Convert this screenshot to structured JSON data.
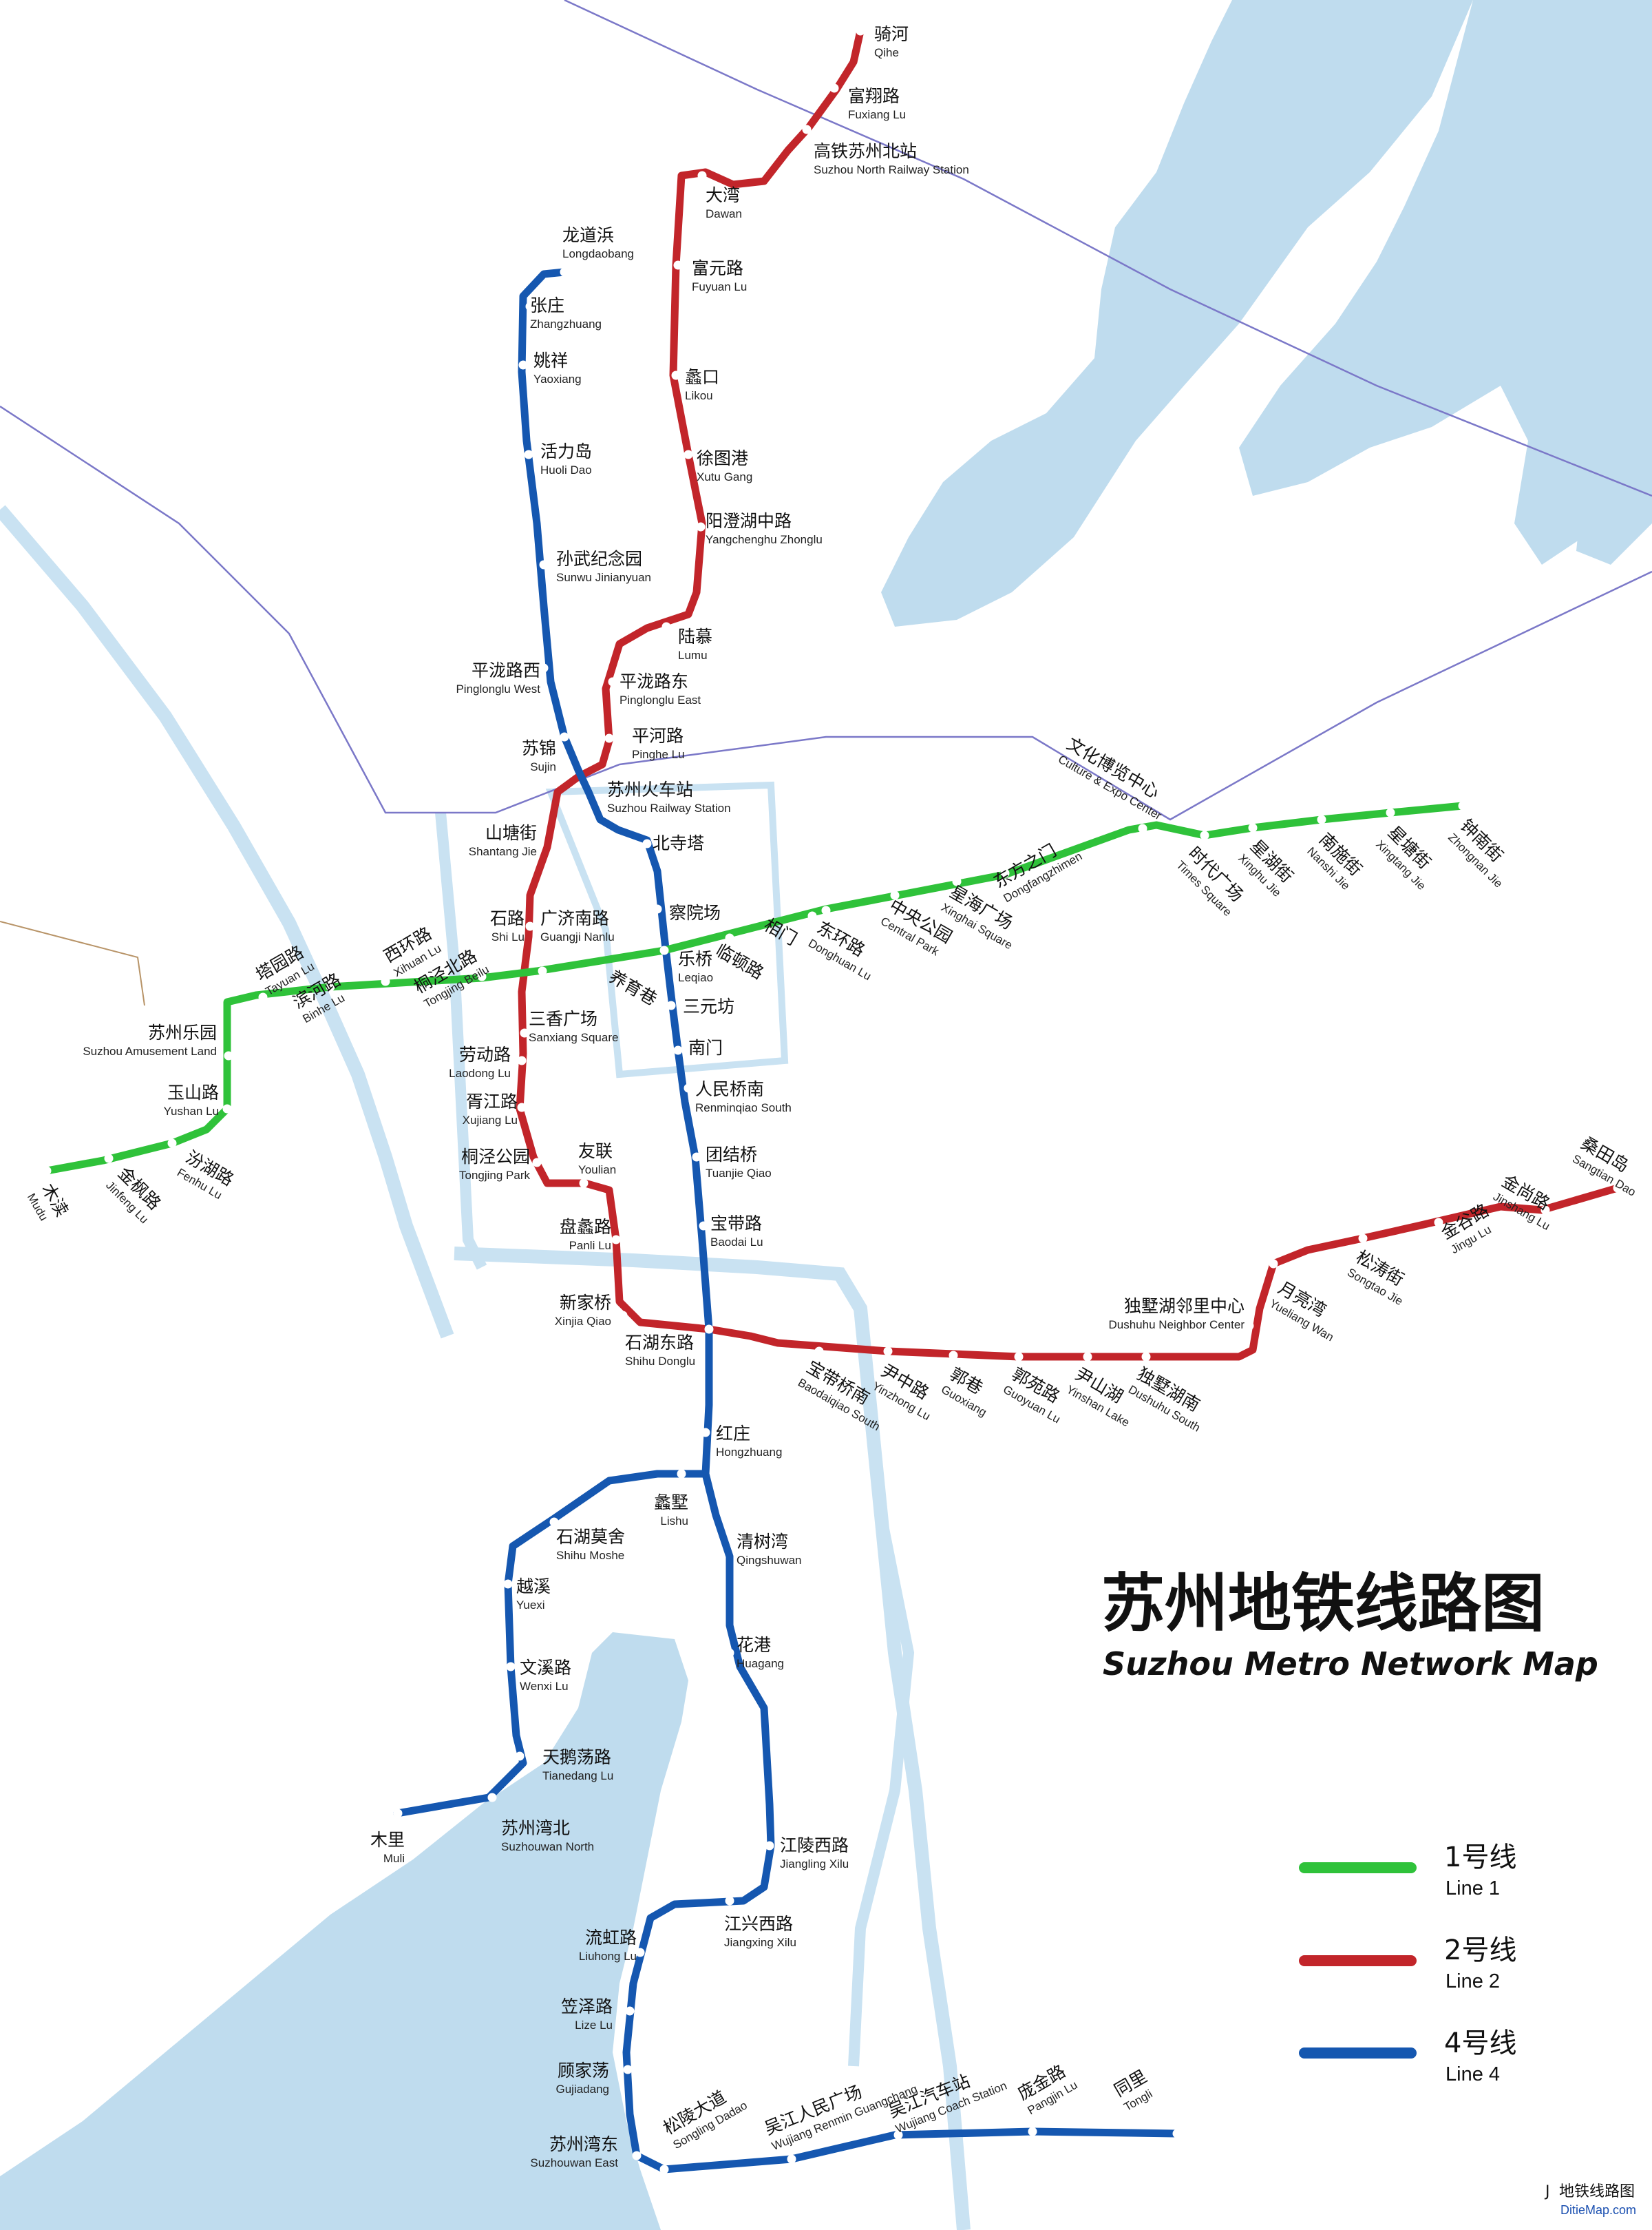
{
  "map": {
    "title_cn": "苏州地铁线路图",
    "title_en": "Suzhou Metro Network Map",
    "colors": {
      "line1": "#2fc23a",
      "line2": "#c2252a",
      "line4": "#1557b0",
      "water": "#bfdcee",
      "road": "#c9e2f2",
      "rail": "#7b78c8"
    },
    "legend": [
      {
        "cn": "1号线",
        "en": "Line 1",
        "line": "line1"
      },
      {
        "cn": "2号线",
        "en": "Line 2",
        "line": "line2"
      },
      {
        "cn": "4号线",
        "en": "Line 4",
        "line": "line4"
      }
    ],
    "footer": {
      "cn": "地铁线路图",
      "en": "DitieMap.com",
      "prefix": "J"
    }
  },
  "stations": [
    {
      "cn": "骑河",
      "en": "Qihe"
    },
    {
      "cn": "富翔路",
      "en": "Fuxiang Lu"
    },
    {
      "cn": "高铁苏州北站",
      "en": "Suzhou North Railway Station"
    },
    {
      "cn": "大湾",
      "en": "Dawan"
    },
    {
      "cn": "富元路",
      "en": "Fuyuan Lu"
    },
    {
      "cn": "蠡口",
      "en": "Likou"
    },
    {
      "cn": "徐图港",
      "en": "Xutu Gang"
    },
    {
      "cn": "阳澄湖中路",
      "en": "Yangchenghu Zhonglu"
    },
    {
      "cn": "陆慕",
      "en": "Lumu"
    },
    {
      "cn": "平泷路东",
      "en": "Pinglonglu East"
    },
    {
      "cn": "平河路",
      "en": "Pinghe Lu"
    },
    {
      "cn": "苏州火车站",
      "en": "Suzhou Railway Station"
    },
    {
      "cn": "山塘街",
      "en": "Shantang Jie"
    },
    {
      "cn": "石路",
      "en": "Shi Lu"
    },
    {
      "cn": "广济南路",
      "en": "Guangji Nanlu"
    },
    {
      "cn": "三香广场",
      "en": "Sanxiang Square"
    },
    {
      "cn": "劳动路",
      "en": "Laodong Lu"
    },
    {
      "cn": "胥江路",
      "en": "Xujiang Lu"
    },
    {
      "cn": "桐泾公园",
      "en": "Tongjing Park"
    },
    {
      "cn": "友联",
      "en": "Youlian"
    },
    {
      "cn": "盘蠡路",
      "en": "Panli Lu"
    },
    {
      "cn": "新家桥",
      "en": "Xinjia Qiao"
    },
    {
      "cn": "石湖东路",
      "en": "Shihu Donglu"
    },
    {
      "cn": "宝带桥南",
      "en": "Baodaiqiao South"
    },
    {
      "cn": "尹中路",
      "en": "Yinzhong Lu"
    },
    {
      "cn": "郭巷",
      "en": "Guoxiang"
    },
    {
      "cn": "郭苑路",
      "en": "Guoyuan Lu"
    },
    {
      "cn": "尹山湖",
      "en": "Yinshan Lake"
    },
    {
      "cn": "独墅湖南",
      "en": "Dushuhu South"
    },
    {
      "cn": "独墅湖邻里中心",
      "en": "Dushuhu Neighbor Center"
    },
    {
      "cn": "月亮湾",
      "en": "Yueliang Wan"
    },
    {
      "cn": "松涛街",
      "en": "Songtao Jie"
    },
    {
      "cn": "金谷路",
      "en": "Jingu Lu"
    },
    {
      "cn": "金尚路",
      "en": "Jinshang Lu"
    },
    {
      "cn": "桑田岛",
      "en": "Sangtian Dao"
    },
    {
      "cn": "龙道浜",
      "en": "Longdaobang"
    },
    {
      "cn": "张庄",
      "en": "Zhangzhuang"
    },
    {
      "cn": "姚祥",
      "en": "Yaoxiang"
    },
    {
      "cn": "活力岛",
      "en": "Huoli Dao"
    },
    {
      "cn": "孙武纪念园",
      "en": "Sunwu Jinianyuan"
    },
    {
      "cn": "平泷路西",
      "en": "Pinglonglu West"
    },
    {
      "cn": "苏锦",
      "en": "Sujin"
    },
    {
      "cn": "北寺塔",
      "en": ""
    },
    {
      "cn": "察院场",
      "en": ""
    },
    {
      "cn": "乐桥",
      "en": "Leqiao"
    },
    {
      "cn": "三元坊",
      "en": ""
    },
    {
      "cn": "南门",
      "en": ""
    },
    {
      "cn": "人民桥南",
      "en": "Renminqiao South"
    },
    {
      "cn": "团结桥",
      "en": "Tuanjie Qiao"
    },
    {
      "cn": "宝带路",
      "en": "Baodai Lu"
    },
    {
      "cn": "红庄",
      "en": "Hongzhuang"
    },
    {
      "cn": "蠡墅",
      "en": "Lishu"
    },
    {
      "cn": "石湖莫舍",
      "en": "Shihu Moshe"
    },
    {
      "cn": "越溪",
      "en": "Yuexi"
    },
    {
      "cn": "文溪路",
      "en": "Wenxi Lu"
    },
    {
      "cn": "天鹅荡路",
      "en": "Tianedang Lu"
    },
    {
      "cn": "苏州湾北",
      "en": "Suzhouwan North"
    },
    {
      "cn": "木里",
      "en": "Muli"
    },
    {
      "cn": "清树湾",
      "en": "Qingshuwan"
    },
    {
      "cn": "花港",
      "en": "Huagang"
    },
    {
      "cn": "江陵西路",
      "en": "Jiangling Xilu"
    },
    {
      "cn": "江兴西路",
      "en": "Jiangxing Xilu"
    },
    {
      "cn": "流虹路",
      "en": "Liuhong Lu"
    },
    {
      "cn": "笠泽路",
      "en": "Lize Lu"
    },
    {
      "cn": "顾家荡",
      "en": "Gujiadang"
    },
    {
      "cn": "苏州湾东",
      "en": "Suzhouwan East"
    },
    {
      "cn": "松陵大道",
      "en": "Songling Dadao"
    },
    {
      "cn": "吴江人民广场",
      "en": "Wujiang Renmin Guangchang"
    },
    {
      "cn": "吴江汽车站",
      "en": "Wujiang Coach Station"
    },
    {
      "cn": "庞金路",
      "en": "Pangjin Lu"
    },
    {
      "cn": "同里",
      "en": "Tongli"
    },
    {
      "cn": "苏州乐园",
      "en": "Suzhou Amusement Land"
    },
    {
      "cn": "玉山路",
      "en": "Yushan Lu"
    },
    {
      "cn": "木渎",
      "en": "Mudu"
    },
    {
      "cn": "金枫路",
      "en": "Jinfeng Lu"
    },
    {
      "cn": "汾湖路",
      "en": "Fenhu Lu"
    },
    {
      "cn": "塔园路",
      "en": "Tayuan Lu"
    },
    {
      "cn": "滨河路",
      "en": "Binhe Lu"
    },
    {
      "cn": "西环路",
      "en": "Xihuan Lu"
    },
    {
      "cn": "桐泾北路",
      "en": "Tongjing Beilu"
    },
    {
      "cn": "养育巷",
      "en": ""
    },
    {
      "cn": "临顿路",
      "en": ""
    },
    {
      "cn": "相门",
      "en": ""
    },
    {
      "cn": "东环路",
      "en": "Donghuan Lu"
    },
    {
      "cn": "中央公园",
      "en": "Central Park"
    },
    {
      "cn": "星海广场",
      "en": "Xinghai Square"
    },
    {
      "cn": "东方之门",
      "en": "Dongfangzhimen"
    },
    {
      "cn": "文化博览中心",
      "en": "Culture & Expo Center"
    },
    {
      "cn": "时代广场",
      "en": "Times Square"
    },
    {
      "cn": "星湖街",
      "en": "Xinghu Jie"
    },
    {
      "cn": "南施街",
      "en": "Nanshi Jie"
    },
    {
      "cn": "星塘街",
      "en": "Xingtang Jie"
    },
    {
      "cn": "钟南街",
      "en": "Zhongnan Jie"
    }
  ]
}
